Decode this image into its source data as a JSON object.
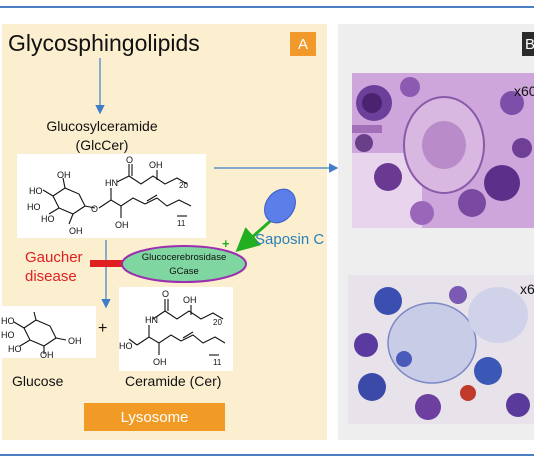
{
  "panel_a": {
    "title": "Glycosphingolipids",
    "label": "A",
    "glucosylceramide": "Glucosylceramide",
    "glccer": "(GlcCer)",
    "gaucher_line1": "Gaucher",
    "gaucher_line2": "disease",
    "enzyme_line1": "Glucocerebrosidase",
    "enzyme_line2": "GCase",
    "saposin": "Saposin C",
    "plus_activator": "+",
    "plus_sum": "+",
    "glucose": "Glucose",
    "ceramide": "Ceramide (Cer)",
    "lysosome": "Lysosome",
    "chain_20": "20",
    "chain_11": "11",
    "chem_ho": "HO",
    "chem_oh": "OH",
    "chem_hn": "HN",
    "chem_o": "O"
  },
  "panel_b": {
    "label": "B",
    "mag_top": "x60",
    "mag_bottom": "x6"
  },
  "colors": {
    "frame": "#4a7fc1",
    "panel_a_bg": "#fcefd0",
    "panel_b_bg": "#eeeeee",
    "accent_orange": "#f19a2b",
    "gaucher_red": "#e02020",
    "enzyme_fill": "#7fd6a0",
    "enzyme_border": "#9b2fb0",
    "saposin_fill": "#5b7ee8",
    "saposin_text": "#2b7fb8",
    "activator_arrow": "#22b022",
    "flow_arrow": "#3d7ec7"
  }
}
